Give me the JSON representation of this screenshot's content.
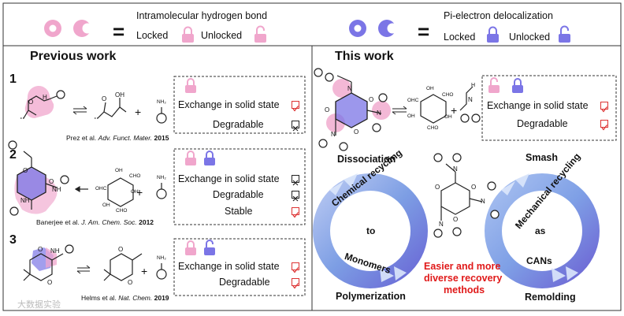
{
  "legend": {
    "eq1": "=",
    "eq2": "=",
    "hbond_title": "Intramolecular hydrogen bond",
    "hbond_locked": "Locked",
    "hbond_unlocked": "Unlocked",
    "pi_title": "Pi-electron delocalization",
    "pi_locked": "Locked",
    "pi_unlocked": "Unlocked",
    "pink": "#f0a6cc",
    "blue": "#7b75e6"
  },
  "left": {
    "heading": "Previous work",
    "items": [
      {
        "num": "1",
        "cite_pre": "Prez et al.",
        "journal": "Adv. Funct. Mater.",
        "year": "2015",
        "rows": [
          {
            "label": "Exchange in solid state",
            "mark": "check"
          },
          {
            "label": "Degradable",
            "mark": "cross"
          }
        ]
      },
      {
        "num": "2",
        "cite_pre": "Banerjee et al.",
        "journal": "J. Am. Chem. Soc.",
        "year": "2012",
        "rows": [
          {
            "label": "Exchange in solid state",
            "mark": "cross"
          },
          {
            "label": "Degradable",
            "mark": "cross"
          },
          {
            "label": "Stable",
            "mark": "check"
          }
        ]
      },
      {
        "num": "3",
        "cite_pre": "Helms et al.",
        "journal": "Nat. Chem.",
        "year": "2019",
        "rows": [
          {
            "label": "Exchange in solid state",
            "mark": "check"
          },
          {
            "label": "Degradable",
            "mark": "check"
          }
        ]
      }
    ],
    "plus": "+",
    "nh2": "NH₂",
    "cho": "CHO",
    "ohc": "OHC",
    "oh": "OH",
    "o": "O",
    "n": "N",
    "nh": "NH",
    "h": "H"
  },
  "right": {
    "heading": "This work",
    "rows": [
      {
        "label": "Exchange in solid state",
        "mark": "check"
      },
      {
        "label": "Degradable",
        "mark": "check"
      }
    ],
    "cycle1": {
      "top": "Dissociation",
      "arc": "Chemical recycling",
      "mid": "to",
      "low": "Monomers",
      "bottom": "Polymerization"
    },
    "cycle2": {
      "top": "Smash",
      "arc": "Mechanical recycling",
      "mid": "as",
      "low": "CANs",
      "bottom": "Remolding"
    },
    "center_note": [
      "Easier and more",
      "diverse recovery",
      "methods"
    ],
    "watermark": "大数据实验"
  }
}
